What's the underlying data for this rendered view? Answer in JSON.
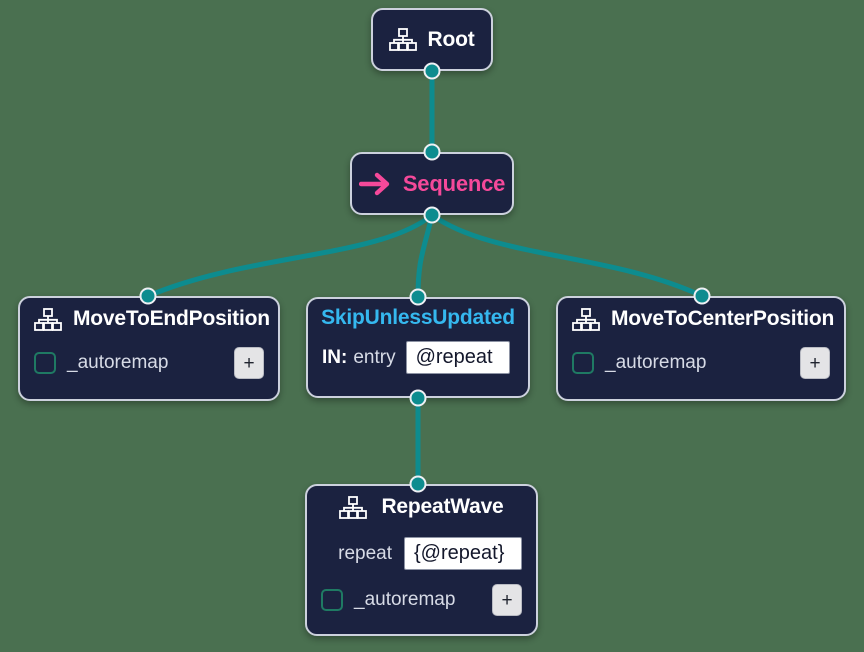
{
  "canvas": {
    "background_color": "#4a7050",
    "node_fill": "#1b2240",
    "node_border": "#ccd1dd",
    "edge_color": "#0d8c8f",
    "port_color": "#0d8c8f"
  },
  "nodes": {
    "root": {
      "title": "Root",
      "icon": "sitemap-icon"
    },
    "sequence": {
      "title": "Sequence",
      "icon": "arrow-right-icon",
      "accent_color": "#f5499a"
    },
    "move_to_end": {
      "title": "MoveToEndPosition",
      "icon": "sitemap-icon",
      "checkbox_label": "_autoremap",
      "add_button_label": "+"
    },
    "skip_unless_updated": {
      "title": "SkipUnlessUpdated",
      "accent_color": "#35b8ef",
      "port_label_prefix": "IN:",
      "port_label_name": "entry",
      "port_value": "@repeat"
    },
    "move_to_center": {
      "title": "MoveToCenterPosition",
      "icon": "sitemap-icon",
      "checkbox_label": "_autoremap",
      "add_button_label": "+"
    },
    "repeat_wave": {
      "title": "RepeatWave",
      "icon": "sitemap-icon",
      "repeat_label": "repeat",
      "repeat_value": "{@repeat}",
      "checkbox_label": "_autoremap",
      "add_button_label": "+"
    }
  }
}
